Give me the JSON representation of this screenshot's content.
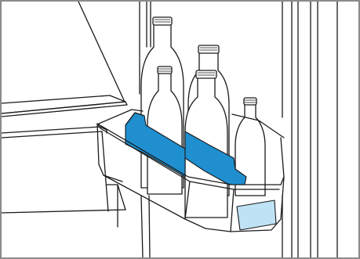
{
  "colors": {
    "frame_border": "#8a8a8a",
    "line": "#1a1a1a",
    "divider_blue": "#1f8fd0",
    "divider_blue_light": "#7fc4ea",
    "bottle_fill": "#ffffff",
    "liquid_tint": "#c9e7f7",
    "label_tint": "#bfe2f5",
    "background": "#ffffff"
  },
  "icons": [
    "refrigerator-interior",
    "door-shelf",
    "bottle",
    "bottle-divider",
    "shelf-label"
  ],
  "scene": {
    "bottle_count": 5,
    "divider_count": 2
  }
}
